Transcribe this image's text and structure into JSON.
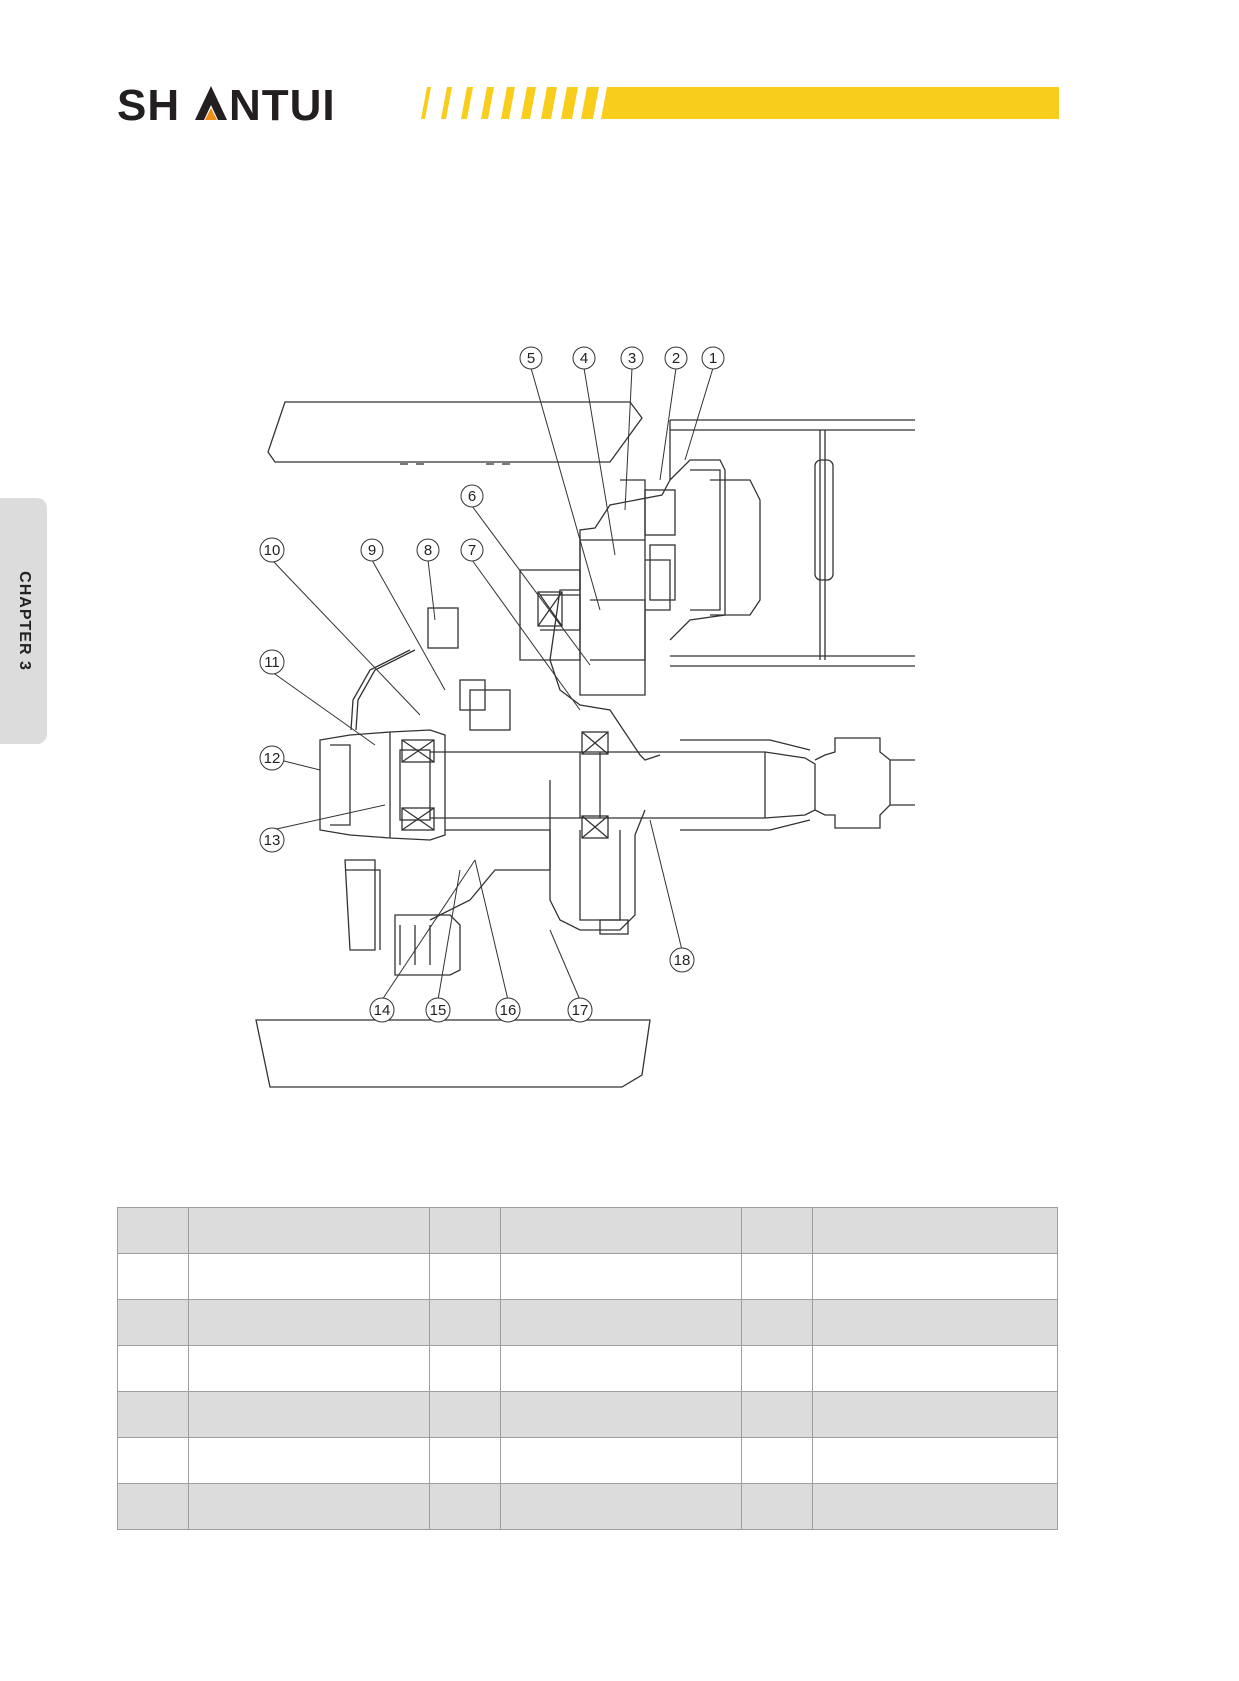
{
  "header": {
    "brand_logo": "SHANTUI",
    "accent_color": "#f9cd1c",
    "logo_color": "#231f20",
    "logo_a_accent": "#f28c1a"
  },
  "side_tab": {
    "label": "CHAPTER 3"
  },
  "diagram": {
    "callouts": [
      "1",
      "2",
      "3",
      "4",
      "5",
      "6",
      "7",
      "8",
      "9",
      "10",
      "11",
      "12",
      "13",
      "14",
      "15",
      "16",
      "17",
      "18"
    ]
  },
  "parts_table": {
    "row_count": 7,
    "shaded_rows": [
      0,
      2,
      4,
      6
    ]
  }
}
